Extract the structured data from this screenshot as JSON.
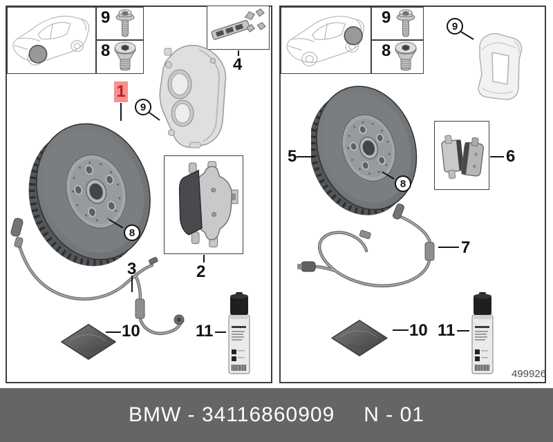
{
  "footer": {
    "catalog_label": "BMW - 34116860909",
    "page_label": "N - 01"
  },
  "drawing_number": "499926",
  "colors": {
    "panel_border": "#3d3d3d",
    "footer_bg": "#656565",
    "footer_text": "#ffffff",
    "highlight_bg": "#f4918e",
    "highlight_text": "#c41e1e",
    "leader_line": "#141414"
  },
  "panels": {
    "left": {
      "fasteners": {
        "screw": "9",
        "plug": "8"
      },
      "callouts": {
        "disc": "1",
        "pads": "2",
        "sensor": "3",
        "clip_kit": "4",
        "hub_plug": "8",
        "caliper": "9",
        "paste": "10",
        "cleaner": "11"
      }
    },
    "right": {
      "fasteners": {
        "screw": "9",
        "plug": "8"
      },
      "callouts": {
        "disc": "5",
        "pads": "6",
        "sensor": "7",
        "hub_plug": "8",
        "carrier": "9",
        "paste": "10",
        "cleaner": "11"
      }
    }
  }
}
